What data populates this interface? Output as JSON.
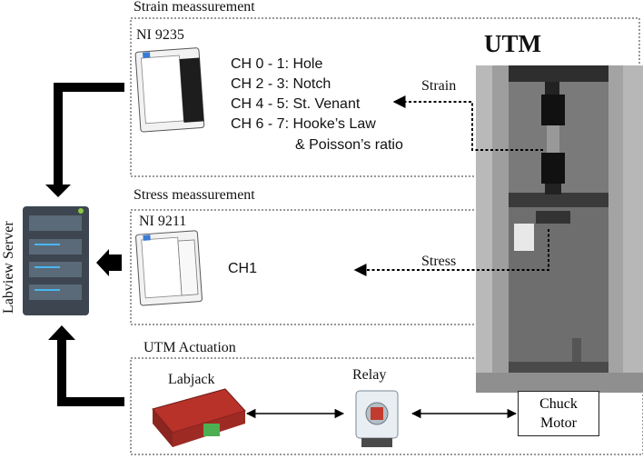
{
  "sections": {
    "strain": {
      "title": "Strain meassurement",
      "module": "NI 9235",
      "channels": [
        "CH 0 - 1: Hole",
        "CH 2 - 3: Notch",
        "CH 4 - 5: St. Venant",
        "CH 6 - 7: Hooke’s Law",
        "& Poisson’s ratio"
      ]
    },
    "stress": {
      "title": "Stress meassurement",
      "module": "NI 9211",
      "channel": "CH1"
    },
    "actuation": {
      "title": "UTM Actuation",
      "labjack": "Labjack",
      "relay": "Relay",
      "motor_line1": "Chuck",
      "motor_line2": "Motor"
    }
  },
  "utm": {
    "title": "UTM",
    "strain_label": "Strain",
    "stress_label": "Stress"
  },
  "server": {
    "label": "Labview Server"
  },
  "colors": {
    "arrow": "#000000",
    "server_body": "#3d4650",
    "server_slot": "#5a6a78",
    "slot_light": "#49b6ef",
    "status_led": "#8dc63f",
    "labjack_red": "#b8322a",
    "machine_frame": "#c8c8c8"
  }
}
